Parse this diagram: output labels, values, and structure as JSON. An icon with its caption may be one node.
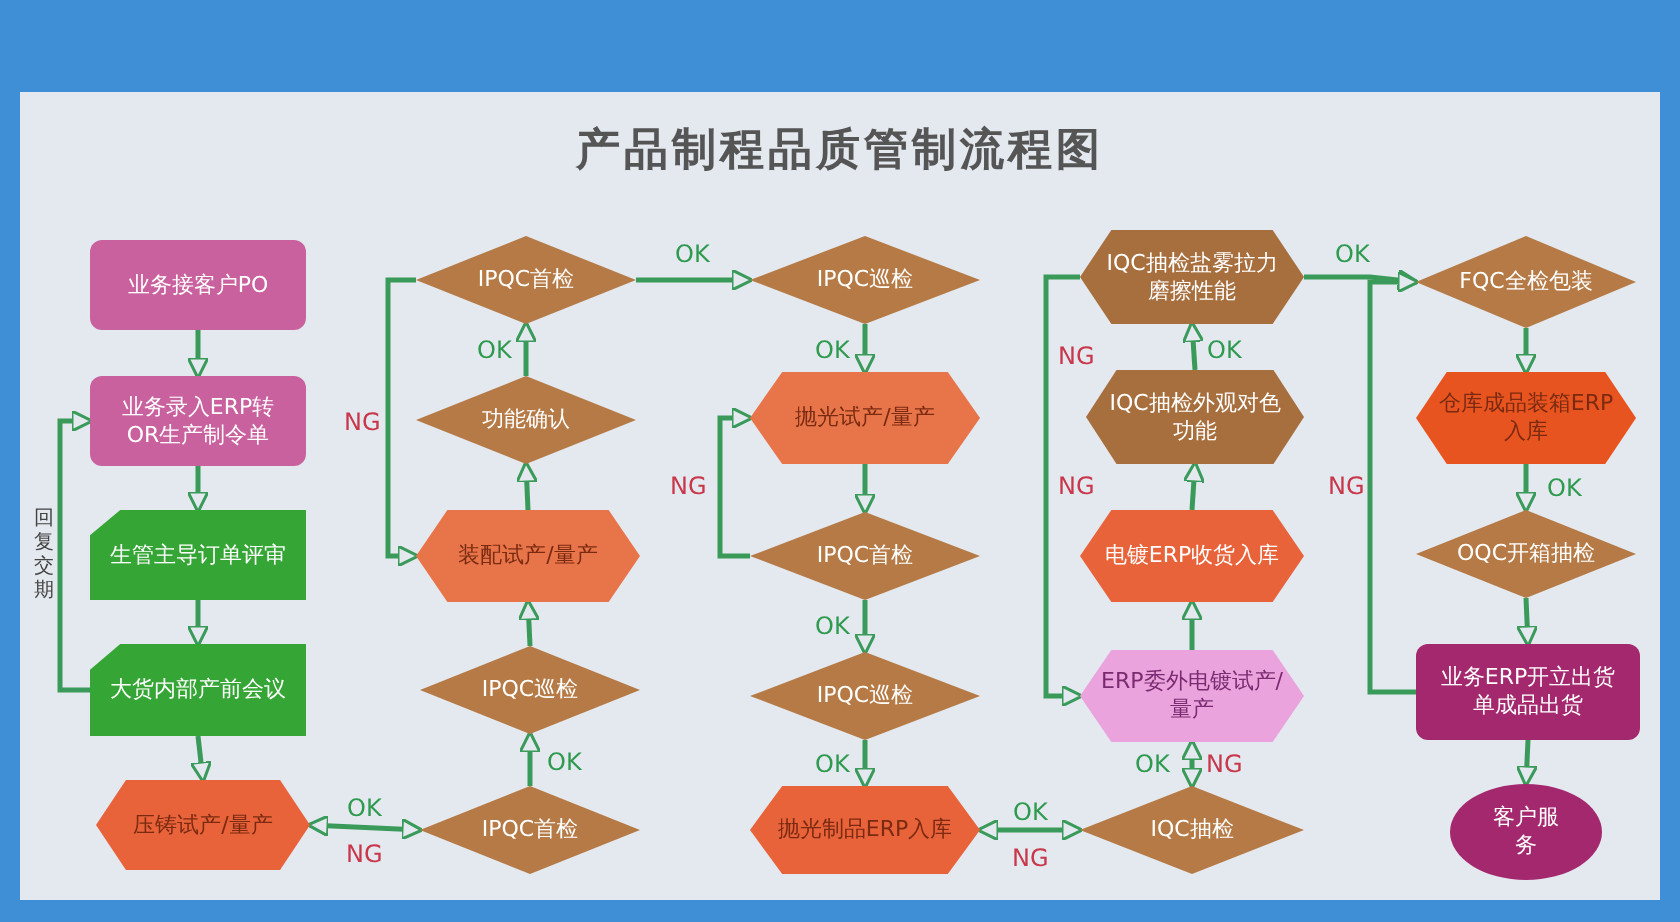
{
  "diagram": {
    "title": "产品制程品质管制流程图",
    "nodes": [
      {
        "text": [
          "业务接客户PO"
        ]
      },
      {
        "text": [
          "业务录入ERP转OR生产制令单"
        ]
      },
      {
        "text": [
          "生管主导订单评审"
        ]
      },
      {
        "text": [
          "大货内部产前会议"
        ]
      },
      {
        "text": [
          "压铸试产/量产"
        ]
      },
      {
        "text": [
          "IPQC首检"
        ]
      },
      {
        "text": [
          "IPQC巡检"
        ]
      },
      {
        "text": [
          "装配试产/量产"
        ]
      },
      {
        "text": [
          "功能确认"
        ]
      },
      {
        "text": [
          "IPQC首检"
        ]
      },
      {
        "text": [
          "IPQC巡检"
        ]
      },
      {
        "text": [
          "抛光试产/量产"
        ]
      },
      {
        "text": [
          "IPQC首检"
        ]
      },
      {
        "text": [
          "IPQC巡检"
        ]
      },
      {
        "text": [
          "抛光制品ERP入库"
        ]
      },
      {
        "text": [
          "IQC抽检"
        ]
      },
      {
        "text": [
          "ERP委外电镀试产/量产"
        ]
      },
      {
        "text": [
          "电镀ERP收货入库"
        ]
      },
      {
        "text": [
          "IQC抽检外观对色功能"
        ]
      },
      {
        "text": [
          "IQC抽检盐雾拉力磨擦性能"
        ]
      },
      {
        "text": [
          "FQC全检包装"
        ]
      },
      {
        "text": [
          "仓库成品装箱ERP入库"
        ]
      },
      {
        "text": [
          "OQC开箱抽检"
        ]
      },
      {
        "text": [
          "业务ERP开立出货单成品出货"
        ]
      },
      {
        "text": [
          "客户服务"
        ]
      }
    ],
    "edges": [
      {
        "from": 0,
        "to": 1,
        "arrow": "to"
      },
      {
        "from": 1,
        "to": 2,
        "arrow": "to"
      },
      {
        "from": 2,
        "to": 3,
        "arrow": "to"
      },
      {
        "from": 3,
        "to": 4,
        "arrow": "to"
      },
      {
        "from": 3,
        "to": 1,
        "arrow": "to",
        "label": "回复交期"
      },
      {
        "from": 4,
        "to": 5,
        "arrow": "both",
        "label": "OK"
      },
      {
        "from": 5,
        "to": 6,
        "arrow": "to",
        "label": "OK"
      },
      {
        "from": 6,
        "to": 7,
        "arrow": "to"
      },
      {
        "from": 7,
        "to": 8,
        "arrow": "to"
      },
      {
        "from": 8,
        "to": 9,
        "arrow": "to",
        "label": "OK"
      },
      {
        "from": 9,
        "to": 7,
        "arrow": "to",
        "label": "NG"
      },
      {
        "from": 9,
        "to": 10,
        "arrow": "to",
        "label": "OK"
      },
      {
        "from": 10,
        "to": 11,
        "arrow": "to",
        "label": "OK"
      },
      {
        "from": 11,
        "to": 12,
        "arrow": "to"
      },
      {
        "from": 12,
        "to": 11,
        "arrow": "to",
        "label": "NG"
      },
      {
        "from": 12,
        "to": 13,
        "arrow": "to",
        "label": "OK"
      },
      {
        "from": 13,
        "to": 14,
        "arrow": "to",
        "label": "OK"
      },
      {
        "from": 15,
        "to": 14,
        "arrow": "both",
        "label": "OK"
      },
      {
        "from": 15,
        "to": 16,
        "arrow": "both",
        "label": "OK"
      },
      {
        "from": 16,
        "to": 17,
        "arrow": "to"
      },
      {
        "from": 17,
        "to": 18,
        "arrow": "to"
      },
      {
        "from": 18,
        "to": 19,
        "arrow": "to",
        "label": "OK"
      },
      {
        "from": 19,
        "to": 16,
        "arrow": "to",
        "label": "NG"
      },
      {
        "from": 19,
        "to": 20,
        "arrow": "to",
        "label": "OK"
      },
      {
        "from": 20,
        "to": 21,
        "arrow": "to"
      },
      {
        "from": 21,
        "to": 22,
        "arrow": "to",
        "label": "OK"
      },
      {
        "from": 22,
        "to": 23,
        "arrow": "to"
      },
      {
        "from": 23,
        "to": 24,
        "arrow": "to"
      },
      {
        "from": 23,
        "to": 20,
        "arrow": "to",
        "label": "NG"
      }
    ],
    "labels": [
      "NG",
      "NG",
      "NG",
      "NG"
    ]
  }
}
